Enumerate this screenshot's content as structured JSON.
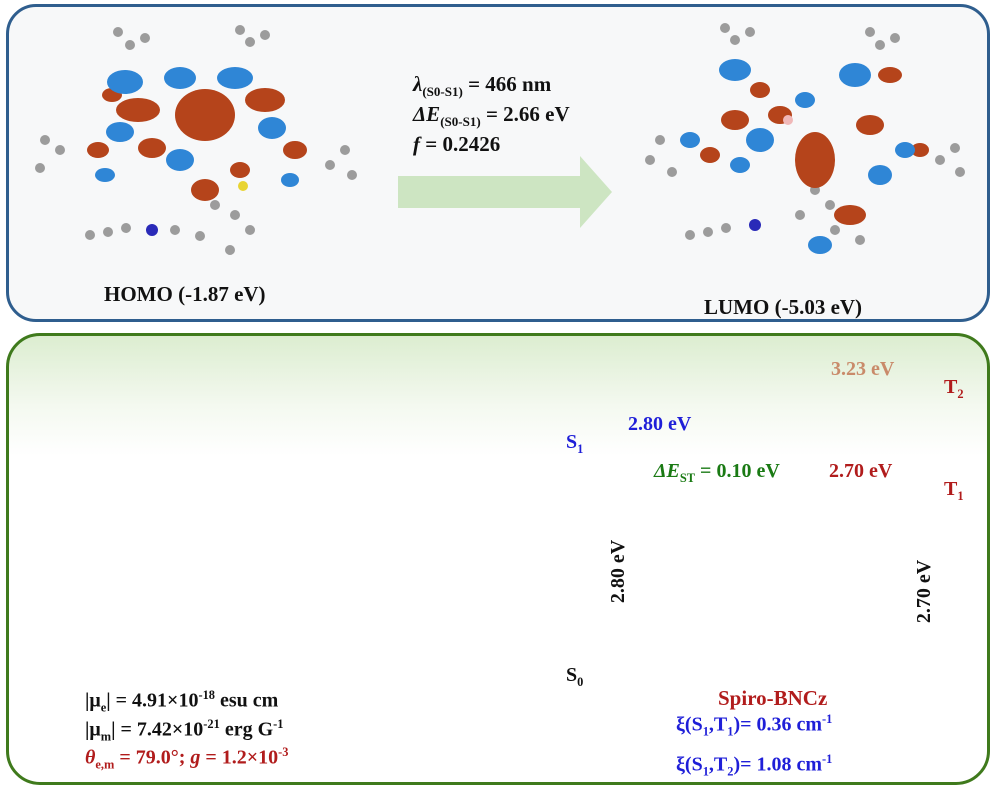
{
  "top_panel": {
    "homo_label": "HOMO",
    "homo_energy": "(-1.87 eV)",
    "lumo_label": "LUMO",
    "lumo_energy": "(-5.03 eV)",
    "transition": {
      "lambda_sym": "λ",
      "lambda_sub": "(S0-S1)",
      "lambda_val": " = 466 nm",
      "delta_sym": "ΔE",
      "delta_sub": "(S0-S1)",
      "delta_val": " = 2.66 eV",
      "f_sym": "f",
      "f_val": " = 0.2426"
    }
  },
  "dipole": {
    "mu_e_pre": "|μ",
    "mu_e_sub": "e",
    "mu_e_mid": "| = 4.91×10",
    "mu_e_exp": "-18",
    "mu_e_unit": " esu cm",
    "mu_m_pre": "|μ",
    "mu_m_sub": "m",
    "mu_m_mid": "| = 7.42×10",
    "mu_m_exp": "-21",
    "mu_m_unit": " erg G",
    "mu_m_unit_exp": "-1",
    "theta_sym": "θ",
    "theta_sub": "e,m",
    "theta_mid": " = 79.0°; ",
    "g_sym": "g",
    "g_mid": " = 1.2×10",
    "g_exp": "-3"
  },
  "energy_diagram": {
    "s1_label": "S",
    "s1_sub": "1",
    "s0_label": "S",
    "s0_sub": "0",
    "t1_label": "T",
    "t1_sub": "1",
    "t2_label": "T",
    "t2_sub": "2",
    "s1_energy": "2.80 eV",
    "t1_energy": "2.70 eV",
    "t2_energy": "3.23 eV",
    "s1_gap": "2.80 eV",
    "t1_gap": "2.70 eV",
    "dest_sym": "ΔE",
    "dest_sub": "ST",
    "dest_val": " = 0.10 eV",
    "molecule_name": "Spiro-BNCz",
    "soc1_pre": "ξ(S",
    "soc1_s": "1",
    "soc1_mid": ",T",
    "soc1_t": "1",
    "soc1_val": ")= 0.36 cm",
    "soc1_exp": "-1",
    "soc2_pre": "ξ(S",
    "soc2_s": "1",
    "soc2_mid": ",T",
    "soc2_t": "2",
    "soc2_val": ")= 1.08 cm",
    "soc2_exp": "-1",
    "colors": {
      "singlet": "#1f1fd8",
      "triplet": "#b11c1c",
      "gap": "#1a7a14",
      "t2_value": "#c98a6a"
    }
  }
}
